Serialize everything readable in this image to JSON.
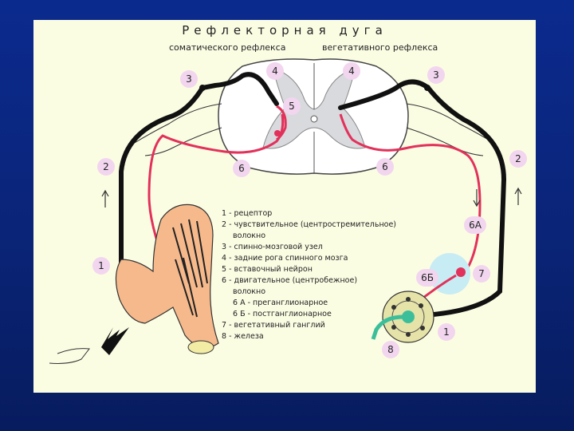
{
  "title": "Рефлекторная  дуга",
  "subtitle_left": "соматического рефлекса",
  "subtitle_right": "вегетативного рефлекса",
  "legend": [
    "1 - рецептор",
    "2 - чувствительное (центростремительное)",
    "волокно",
    "3 - спинно-мозговой узел",
    "4 - задние рога спинного мозга",
    "5 - вставочный нейрон",
    "6 - двигательное (центробежное)",
    "волокно",
    "6 А - преганглионарное",
    "6 Б - постганглионарное",
    "7 - вегетативный ганглий",
    "8 - железа"
  ],
  "labels": {
    "l3_left": "3",
    "l4_left": "4",
    "l4_right": "4",
    "l3_right": "3",
    "l5": "5",
    "l2_left": "2",
    "l6_left": "6",
    "l6_right": "6",
    "l2_right": "2",
    "l6a": "6А",
    "l1_left": "1",
    "l6b": "6Б",
    "l7": "7",
    "l1_right": "1",
    "l8": "8"
  },
  "colors": {
    "sensory_fiber": "#111111",
    "motor_fiber": "#e2315a",
    "badge": "#f2d6ef",
    "background": "#fbfde3"
  }
}
